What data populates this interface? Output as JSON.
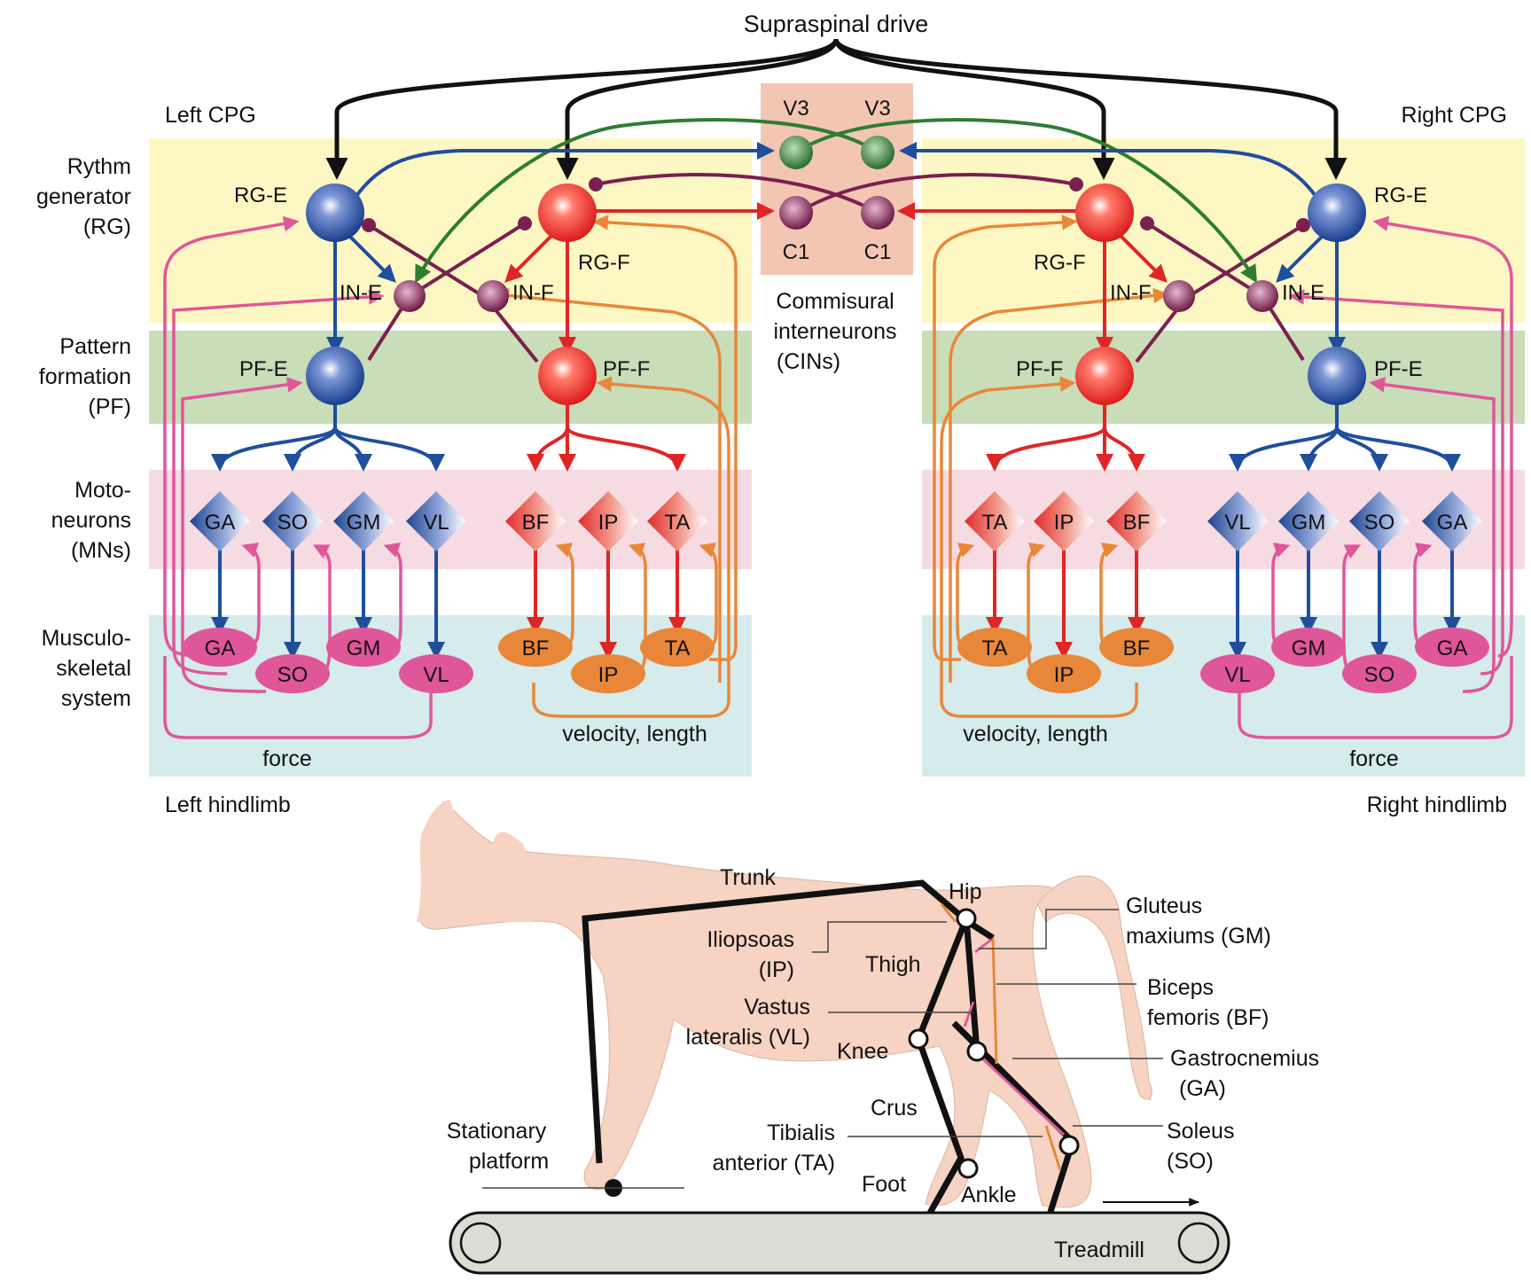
{
  "title": "Supraspinal drive",
  "sides": {
    "left_cpg": "Left CPG",
    "right_cpg": "Right CPG",
    "left_limb": "Left hindlimb",
    "right_limb": "Right hindlimb"
  },
  "rows": {
    "rg": [
      "Rythm",
      "generator",
      "(RG)"
    ],
    "pf": [
      "Pattern",
      "formation",
      "(PF)"
    ],
    "mn": [
      "Moto-",
      "neurons",
      "(MNs)"
    ],
    "ms": [
      "Musculo-",
      "skeletal",
      "system"
    ]
  },
  "cins": {
    "v3": "V3",
    "c1": "C1",
    "caption": [
      "Commisural",
      "interneurons",
      "(CINs)"
    ]
  },
  "neurons": {
    "rg_e": "RG-E",
    "rg_f": "RG-F",
    "in_e": "IN-E",
    "in_f": "IN-F",
    "pf_e": "PF-E",
    "pf_f": "PF-F"
  },
  "motoneurons": {
    "left_extensor": [
      "GA",
      "SO",
      "GM",
      "VL"
    ],
    "left_flexor": [
      "BF",
      "IP",
      "TA"
    ],
    "right_flexor": [
      "TA",
      "IP",
      "BF"
    ],
    "right_extensor": [
      "VL",
      "GM",
      "SO",
      "GA"
    ]
  },
  "muscles": {
    "left_extensor": [
      "GA",
      "SO",
      "GM",
      "VL"
    ],
    "left_flexor": [
      "BF",
      "IP",
      "TA"
    ],
    "right_flexor": [
      "TA",
      "IP",
      "BF"
    ],
    "right_extensor": [
      "VL",
      "GM",
      "SO",
      "GA"
    ]
  },
  "feedback": {
    "force": "force",
    "velocity": "velocity, length"
  },
  "cat": {
    "trunk": "Trunk",
    "hip": "Hip",
    "thigh": "Thigh",
    "knee": "Knee",
    "crus": "Crus",
    "foot": "Foot",
    "ankle": "Ankle",
    "platform": [
      "Stationary",
      "platform"
    ],
    "treadmill": "Treadmill",
    "iliopsoas": [
      "Iliopsoas",
      "(IP)"
    ],
    "vastus": [
      "Vastus",
      "lateralis (VL)"
    ],
    "tibialis": [
      "Tibialis",
      "anterior (TA)"
    ],
    "gluteus": [
      "Gluteus",
      "maxiums (GM)"
    ],
    "biceps": [
      "Biceps",
      "femoris (BF)"
    ],
    "gastro": [
      "Gastrocnemius",
      "(GA)"
    ],
    "soleus": [
      "Soleus",
      "(SO)"
    ]
  },
  "colors": {
    "extensor": "#1f4e9c",
    "flexor": "#e02525",
    "interneuron": "#7a1f4f",
    "v3": "#2e7d32",
    "extensor_muscle": "#e0569a",
    "flexor_muscle": "#e8873a",
    "rg_band": "#fdf7c3",
    "pf_band": "#c8ddb8",
    "mn_band": "#f7dbe2",
    "ms_band": "#d6ebeb",
    "cin_band": "#f3c6b3",
    "cat_body": "#f6d3c2"
  }
}
